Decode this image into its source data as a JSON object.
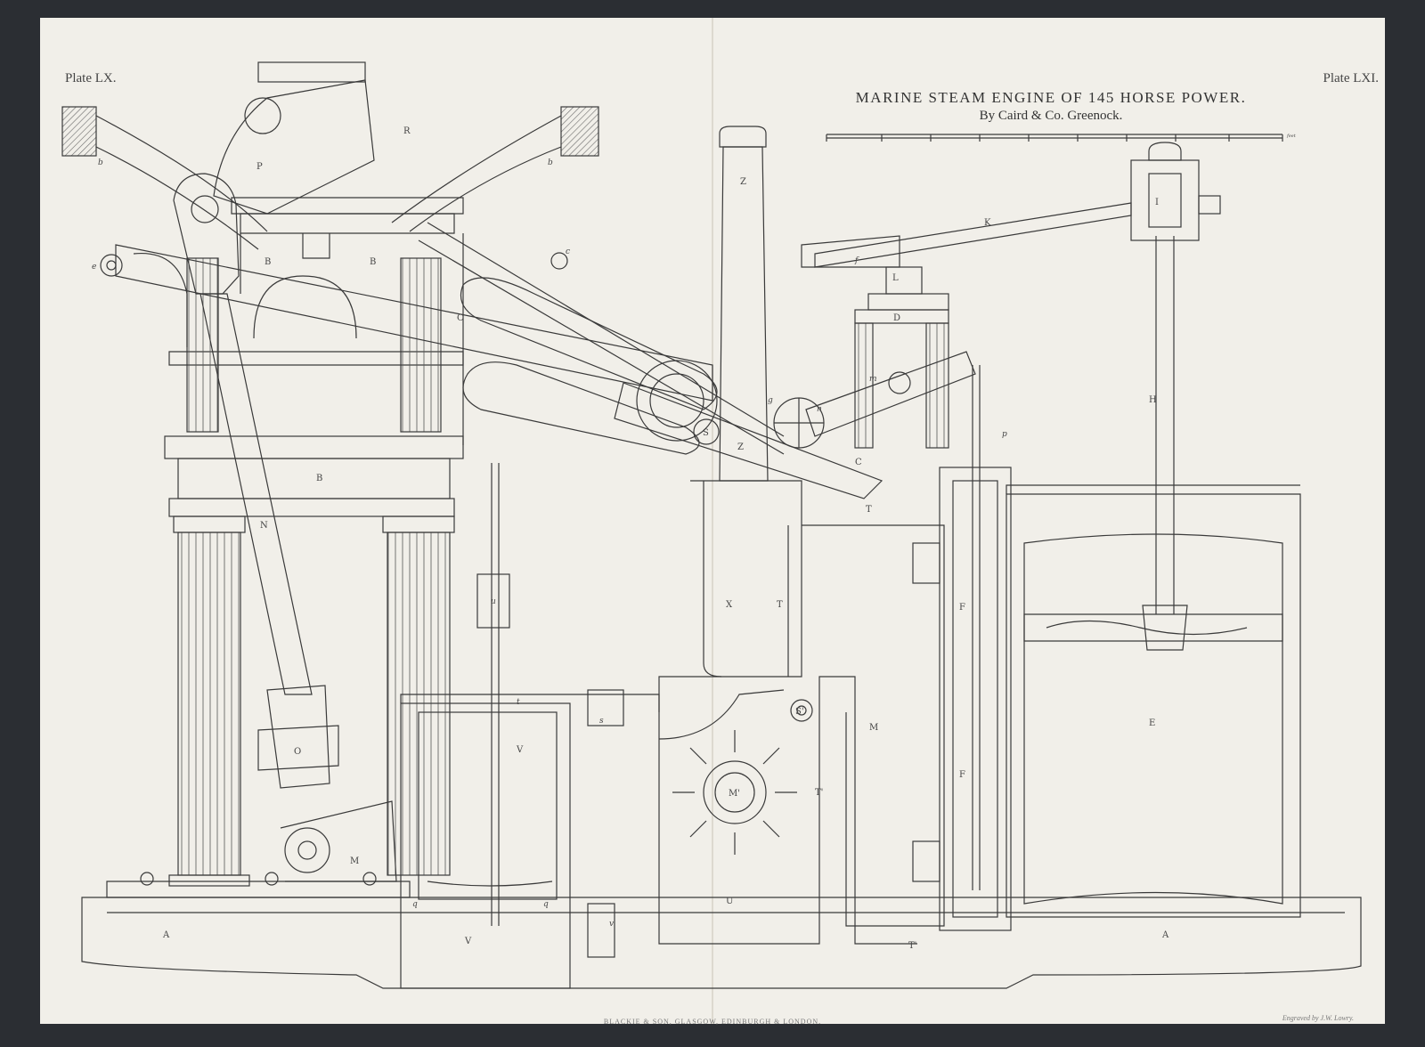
{
  "plate": {
    "left_label": "Plate LX.",
    "right_label": "Plate LXI."
  },
  "title": "MARINE STEAM ENGINE OF 145 HORSE POWER.",
  "subtitle": "By Caird & Co. Greenock.",
  "publisher": "BLACKIE & SON, GLASGOW, EDINBURGH & LONDON.",
  "engraver": "Engraved by J.W. Lowry.",
  "part_labels": {
    "A": "A",
    "B": "B",
    "C": "C",
    "D": "D",
    "E": "E",
    "F": "F",
    "H": "H",
    "I": "I",
    "K": "K",
    "L": "L",
    "M": "M",
    "N": "N",
    "O": "O",
    "P": "P",
    "R": "R",
    "S": "S",
    "T": "T",
    "U": "U",
    "V": "V",
    "X": "X",
    "Z": "Z",
    "T1": "T'",
    "Mp": "M'",
    "Sp": "S'"
  },
  "small_labels": {
    "b": "b",
    "c": "c",
    "e": "e",
    "f": "f",
    "g": "g",
    "m": "m",
    "n": "n",
    "p": "p",
    "q": "q",
    "s": "s",
    "t": "t",
    "u": "u",
    "v": "v"
  },
  "scale_bar": {
    "unit": "feet"
  },
  "colors": {
    "paper": "#f1efe9",
    "ink": "#3a3a3a",
    "mount": "#2b2e33",
    "hatch": "#6a6a6a"
  }
}
